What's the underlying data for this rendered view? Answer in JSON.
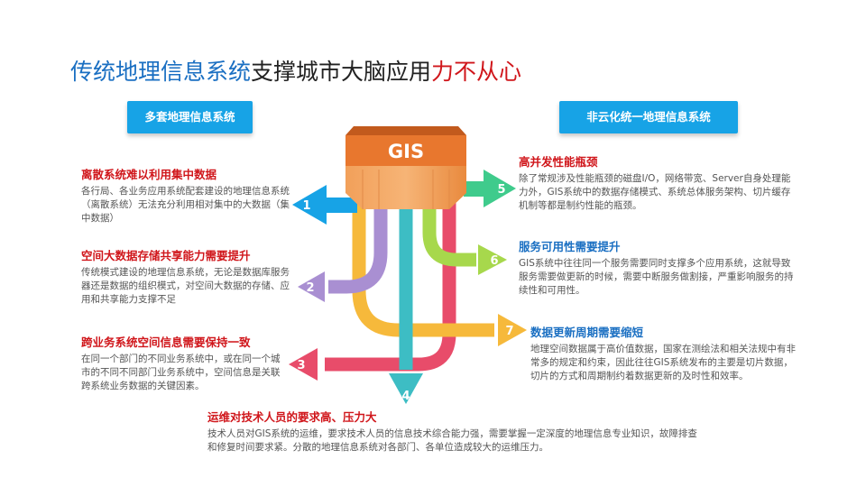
{
  "title": {
    "part1": "传统地理信息系统",
    "part2": "支撑城市大脑应用",
    "part3": "力不从心"
  },
  "pills": {
    "left": "多套地理信息系统",
    "right": "非云化统一地理信息系统"
  },
  "gis_label": "GIS",
  "numbers": [
    "1",
    "2",
    "3",
    "4",
    "5",
    "6",
    "7"
  ],
  "items": [
    {
      "heading": "离散系统难以利用集中数据",
      "body": "各行局、各业务应用系统配套建设的地理信息系统（离散系统）无法充分利用相对集中的大数据（集中数据）"
    },
    {
      "heading": "空间大数据存储共享能力需要提升",
      "body": "传统模式建设的地理信息系统，无论是数据库服务器还是数据的组织模式，对空间大数据的存储、应用和共享能力支撑不足"
    },
    {
      "heading": "跨业务系统空间信息需要保持一致",
      "body": "在同一个部门的不同业务系统中，或在同一个城市的不同不同部门业务系统中，空间信息是关联跨系统业务数据的关键因素。"
    },
    {
      "heading": "运维对技术人员的要求高、压力大",
      "body": "技术人员对GIS系统的运维，要求技术人员的信息技术综合能力强，需要掌握一定深度的地理信息专业知识，故障排查和修复时间要求紧。分散的地理信息系统对各部门、各单位造成较大的运维压力。"
    },
    {
      "heading": "高并发性能瓶颈",
      "body": "除了常规涉及性能瓶颈的磁盘I/O，网络带宽、Server自身处理能力外，GIS系统中的数据存储模式、系统总体服务架构、切片缓存机制等都是制约性能的瓶颈。"
    },
    {
      "heading": "服务可用性需要提升",
      "body": "GIS系统中往往同一个服务需要同时支撑多个应用系统，这就导致服务需要做更新的时候，需要中断服务做割接，严重影响服务的持续性和可用性。"
    },
    {
      "heading": "数据更新周期需要缩短",
      "body": "地理空间数据属于高价值数据，国家在测绘法和相关法规中有非常多的规定和约束，因此往往GIS系统发布的主要是切片数据，切片的方式和周期制约着数据更新的及时性和效率。"
    }
  ],
  "colors": {
    "title_blue": "#1a6fc2",
    "title_red": "#d0161b",
    "pill_blue": "#17a3e6",
    "orange": "#e8772e",
    "arrow1": "#17a3e6",
    "arrow2": "#a98fd2",
    "arrow3": "#e84c6a",
    "arrow4": "#3dbdc4",
    "arrow5": "#3fcb8c",
    "arrow6": "#a7d84c",
    "arrow7": "#f6b93b"
  }
}
